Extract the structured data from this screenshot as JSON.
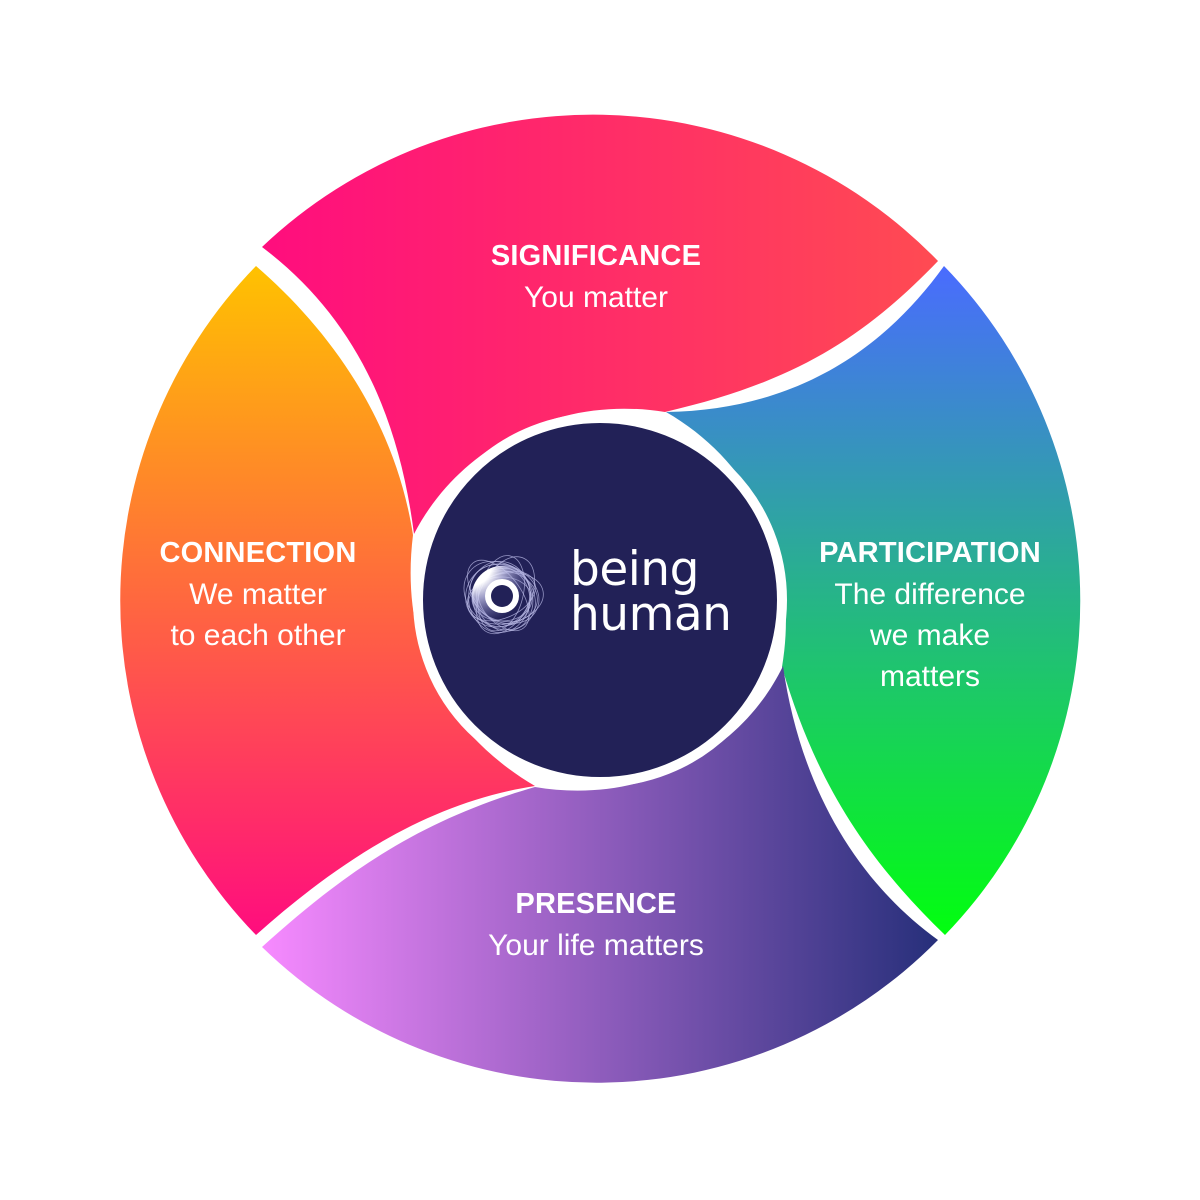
{
  "colors": {
    "background": "#ffffff",
    "hub": "#222157",
    "divider": "#ffffff"
  },
  "segments": [
    {
      "id": "significance",
      "title": "SIGNIFICANCE",
      "subtitle": [
        "You matter"
      ],
      "gradient": [
        "#ff0d7e",
        "#ff4b52"
      ]
    },
    {
      "id": "participation",
      "title": "PARTICIPATION",
      "subtitle": [
        "The difference",
        "we make",
        "matters"
      ],
      "gradient": [
        "#4a6bff",
        "#02ff0f"
      ]
    },
    {
      "id": "presence",
      "title": "PRESENCE",
      "subtitle": [
        "Your life matters"
      ],
      "gradient": [
        "#f78aff",
        "#262f7a"
      ]
    },
    {
      "id": "connection",
      "title": "CONNECTION",
      "subtitle": [
        "We matter",
        "to each other"
      ],
      "gradient": [
        "#ffc200",
        "#ff0d7e"
      ]
    }
  ],
  "logo": {
    "line1": "being",
    "line2": "human",
    "icon": "swirl-ring-icon"
  }
}
